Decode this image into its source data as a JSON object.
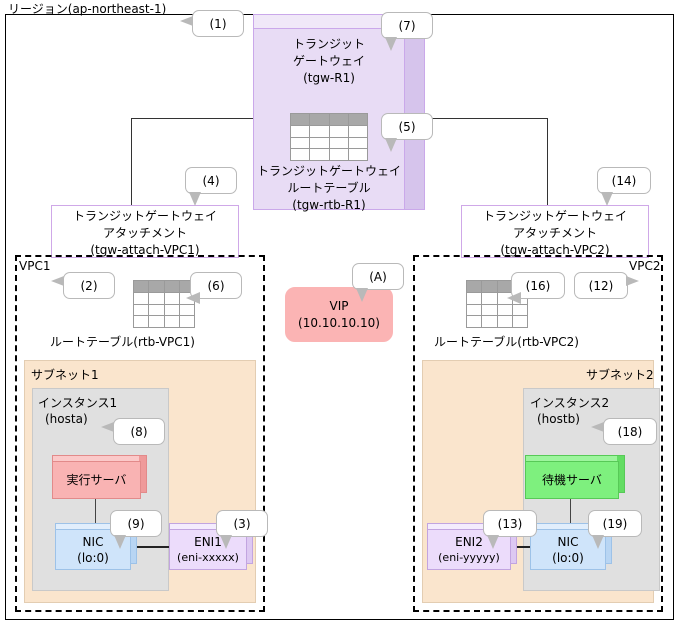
{
  "diagram": {
    "region_label": "リージョン(ap-northeast-1)",
    "transit_gateway": {
      "title_line1": "トランジット",
      "title_line2": "ゲートウェイ",
      "title_line3": "(tgw-R1)",
      "route_table_line1": "トランジットゲートウェイ",
      "route_table_line2": "ルートテーブル",
      "route_table_line3": "(tgw-rtb-R1)",
      "color": "#e8dcf5"
    },
    "attachments": [
      {
        "line1": "トランジットゲートウェイ",
        "line2": "アタッチメント",
        "line3": "(tgw-attach-VPC1)"
      },
      {
        "line1": "トランジットゲートウェイ",
        "line2": "アタッチメント",
        "line3": "(tgw-attach-VPC2)"
      }
    ],
    "vpcs": [
      {
        "label": "VPC1",
        "route_table_label": "ルートテーブル(rtb-VPC1)",
        "subnet_label": "サブネット1",
        "instance_line1": "インスタンス1",
        "instance_line2": "(hosta)",
        "server_label": "実行サーバ",
        "server_color": "#f9b3b3",
        "nic_line1": "NIC",
        "nic_line2": "(lo:0)",
        "eni_line1": "ENI1",
        "eni_line2": "(eni-xxxxx)"
      },
      {
        "label": "VPC2",
        "route_table_label": "ルートテーブル(rtb-VPC2)",
        "subnet_label": "サブネット2",
        "instance_line1": "インスタンス2",
        "instance_line2": "(hostb)",
        "server_label": "待機サーバ",
        "server_color": "#7ef07e",
        "nic_line1": "NIC",
        "nic_line2": "(lo:0)",
        "eni_line1": "ENI2",
        "eni_line2": "(eni-yyyyy)"
      }
    ],
    "vip": {
      "line1": "VIP",
      "line2": "(10.10.10.10)",
      "color": "#fbb4b4"
    },
    "callouts": {
      "c1": "(1)",
      "c2": "(2)",
      "c3": "(3)",
      "c4": "(4)",
      "c5": "(5)",
      "c6": "(6)",
      "c7": "(7)",
      "c8": "(8)",
      "c9": "(9)",
      "c12": "(12)",
      "c13": "(13)",
      "c14": "(14)",
      "c16": "(16)",
      "c18": "(18)",
      "c19": "(19)",
      "cA": "(A)"
    }
  }
}
